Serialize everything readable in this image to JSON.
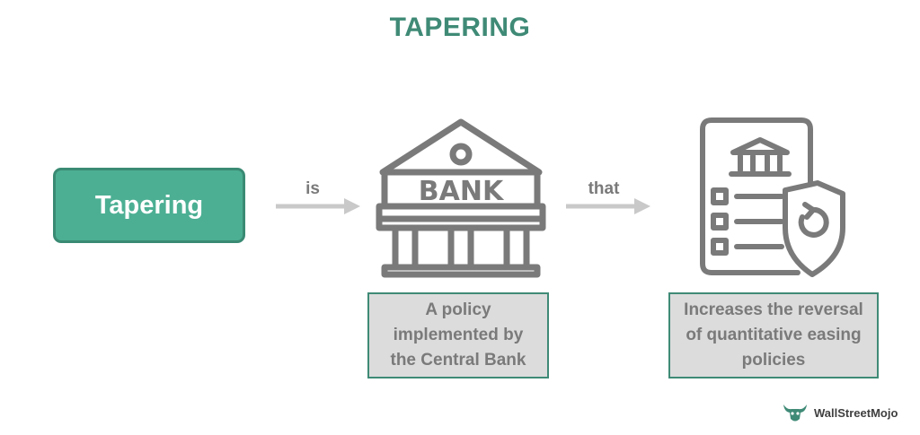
{
  "title": "TAPERING",
  "term": "Tapering",
  "connectors": {
    "first": "is",
    "second": "that"
  },
  "icons": {
    "bank": "bank-building-icon",
    "document": "policy-document-icon",
    "brand": "bull-logo-icon"
  },
  "bank_sign": "BANK",
  "descriptions": {
    "left": [
      "A policy",
      "implemented by",
      "the Central Bank"
    ],
    "right": [
      "Increases the reversal",
      "of quantitative easing",
      "policies"
    ]
  },
  "brand": {
    "name": "WallStreetMojo"
  },
  "colors": {
    "accent": "#3f8a76",
    "term_fill": "#4caf93",
    "icon_gray": "#7a7a7a",
    "box_fill": "#dcdcdc"
  }
}
